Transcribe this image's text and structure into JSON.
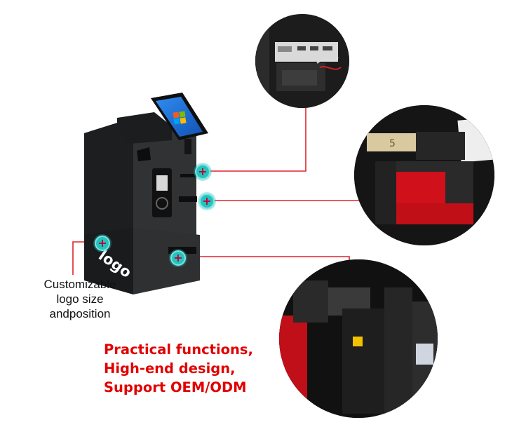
{
  "callout": {
    "caption_lines": [
      "Customizable",
      "logo size",
      "andposition"
    ]
  },
  "kiosk": {
    "logo_text": "logo"
  },
  "tagline": {
    "lines": [
      "Practical functions,",
      "High-end design,",
      "Support OEM/ODM"
    ]
  },
  "markers": {
    "symbol": "+",
    "color": "#23c4c0"
  },
  "connector_color": "#e0242e",
  "banknote": {
    "denomination": "5"
  }
}
